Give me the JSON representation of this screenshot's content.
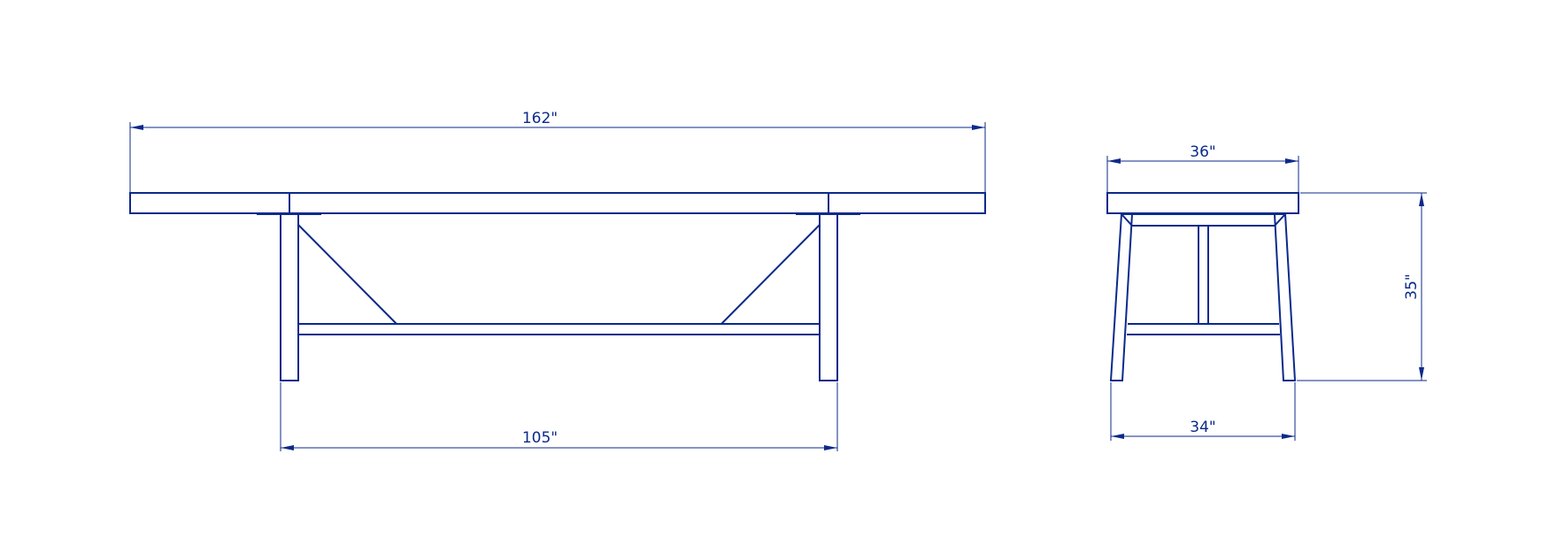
{
  "colors": {
    "line": "#0b2a8a",
    "background": "#ffffff"
  },
  "dimensions": {
    "front_overall_length": "162\"",
    "front_leg_span": "105\"",
    "end_top_width": "36\"",
    "end_base_width": "34\"",
    "height": "35\""
  }
}
